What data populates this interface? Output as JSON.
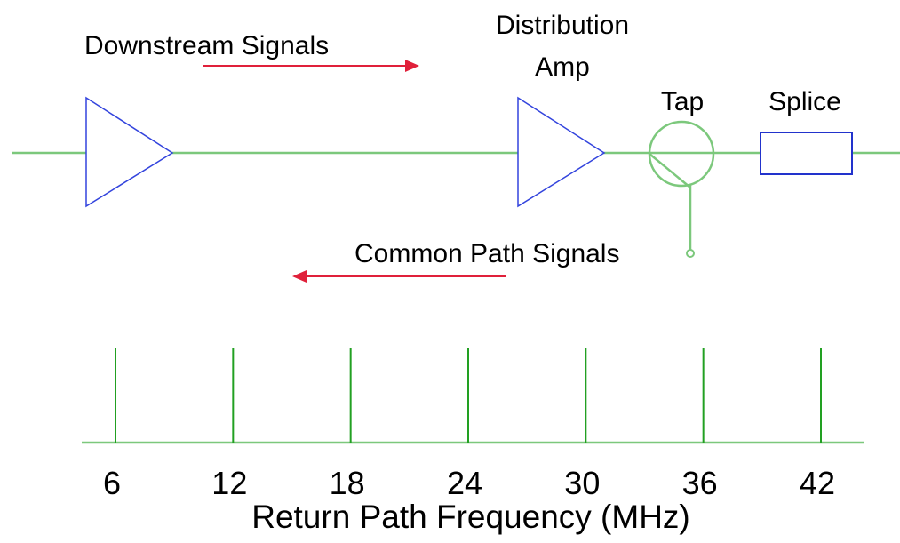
{
  "labels": {
    "downstream": "Downstream Signals",
    "distribution_line1": "Distribution",
    "distribution_line2": "Amp",
    "tap": "Tap",
    "splice": "Splice",
    "common_path": "Common Path Signals"
  },
  "axis": {
    "title": "Return Path Frequency (MHz)",
    "ticks": [
      "6",
      "12",
      "18",
      "24",
      "30",
      "36",
      "42"
    ]
  },
  "colors": {
    "line": "#7cc87c",
    "tick": "#22a022",
    "amp": "#3344dd",
    "splice": "#2233cc",
    "arrow": "#e0203a",
    "text": "#000000"
  }
}
